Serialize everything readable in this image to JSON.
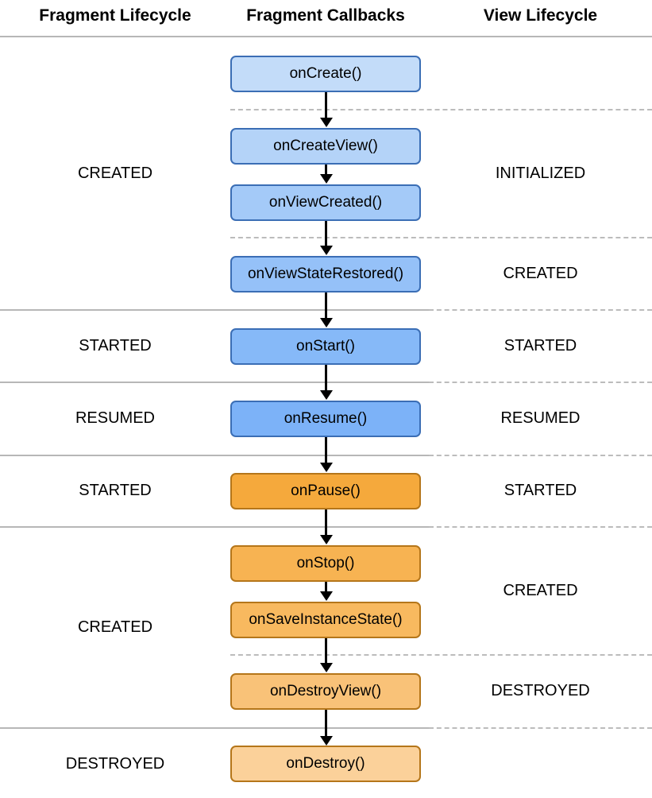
{
  "headers": {
    "left": "Fragment Lifecycle",
    "middle": "Fragment Callbacks",
    "right": "View Lifecycle"
  },
  "chart_data": {
    "type": "diagram",
    "title": "Fragment Callbacks",
    "columns": [
      "Fragment Lifecycle",
      "Fragment Callbacks",
      "View Lifecycle"
    ],
    "callbacks": [
      {
        "label": "onCreate()",
        "fill": "#c3dcf9",
        "border": "#3b6eb5"
      },
      {
        "label": "onCreateView()",
        "fill": "#b4d3f8",
        "border": "#3b6eb5"
      },
      {
        "label": "onViewCreated()",
        "fill": "#a4caf8",
        "border": "#3b6eb5"
      },
      {
        "label": "onViewStateRestored()",
        "fill": "#95c1f8",
        "border": "#3b6eb5"
      },
      {
        "label": "onStart()",
        "fill": "#86b9f8",
        "border": "#3b6eb5"
      },
      {
        "label": "onResume()",
        "fill": "#7cb2f8",
        "border": "#3b6eb5"
      },
      {
        "label": "onPause()",
        "fill": "#f5a93c",
        "border": "#b5761a"
      },
      {
        "label": "onStop()",
        "fill": "#f7b352",
        "border": "#b5761a"
      },
      {
        "label": "onSaveInstanceState()",
        "fill": "#f8b95f",
        "border": "#b5761a"
      },
      {
        "label": "onDestroyView()",
        "fill": "#f9c278",
        "border": "#b5761a"
      },
      {
        "label": "onDestroy()",
        "fill": "#fbd19a",
        "border": "#b5761a"
      }
    ],
    "fragment_lifecycle_states": [
      "CREATED",
      "STARTED",
      "RESUMED",
      "STARTED",
      "CREATED",
      "DESTROYED"
    ],
    "view_lifecycle_states": [
      "INITIALIZED",
      "CREATED",
      "STARTED",
      "RESUMED",
      "STARTED",
      "CREATED",
      "DESTROYED"
    ]
  },
  "fragment_states": [
    {
      "label": "CREATED"
    },
    {
      "label": "STARTED"
    },
    {
      "label": "RESUMED"
    },
    {
      "label": "STARTED"
    },
    {
      "label": "CREATED"
    },
    {
      "label": "DESTROYED"
    }
  ],
  "view_states": [
    {
      "label": "INITIALIZED"
    },
    {
      "label": "CREATED"
    },
    {
      "label": "STARTED"
    },
    {
      "label": "RESUMED"
    },
    {
      "label": "STARTED"
    },
    {
      "label": "CREATED"
    },
    {
      "label": "DESTROYED"
    }
  ],
  "callbacks": [
    {
      "label": "onCreate()"
    },
    {
      "label": "onCreateView()"
    },
    {
      "label": "onViewCreated()"
    },
    {
      "label": "onViewStateRestored()"
    },
    {
      "label": "onStart()"
    },
    {
      "label": "onResume()"
    },
    {
      "label": "onPause()"
    },
    {
      "label": "onStop()"
    },
    {
      "label": "onSaveInstanceState()"
    },
    {
      "label": "onDestroyView()"
    },
    {
      "label": "onDestroy()"
    }
  ]
}
